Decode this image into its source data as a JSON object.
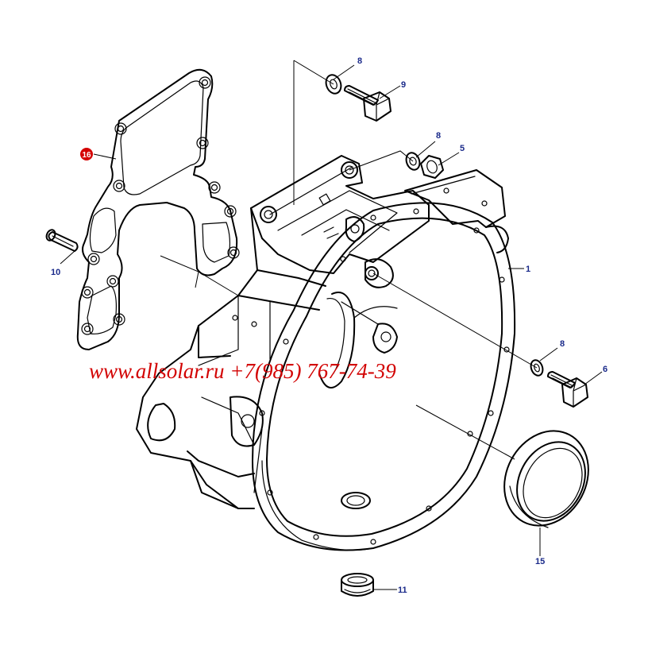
{
  "callouts": {
    "c1": "1",
    "c5": "5",
    "c6": "6",
    "c8a": "8",
    "c8b": "8",
    "c8c": "8",
    "c9": "9",
    "c10": "10",
    "c11": "11",
    "c15": "15",
    "c16": "16"
  },
  "watermark": "www.allsolar.ru +7(985) 767-74-39",
  "colors": {
    "callout_text": "#1a2a8a",
    "highlight_badge": "#d40000",
    "watermark": "#d20000",
    "line_art": "#000000"
  }
}
